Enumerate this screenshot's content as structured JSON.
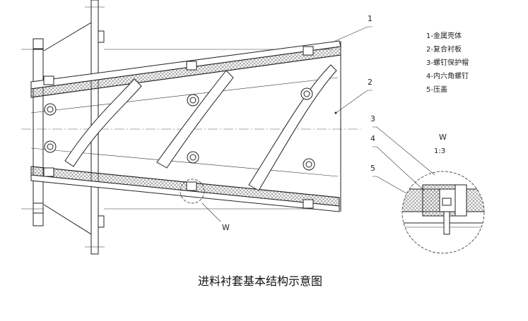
{
  "callouts": {
    "c1": "1",
    "c2": "2",
    "c3": "3",
    "c4": "4",
    "c5": "5",
    "w": "W"
  },
  "detail": {
    "title": "W",
    "scale": "1:3"
  },
  "legend": [
    "1-金属壳体",
    "2-复合衬板",
    "3-螺钉保护帽",
    "4-内六角螺钉",
    "5-压盖"
  ],
  "caption": "进料衬套基本结构示意图",
  "colors": {
    "line": "#222222",
    "hatch": "#888888",
    "background": "#ffffff"
  }
}
